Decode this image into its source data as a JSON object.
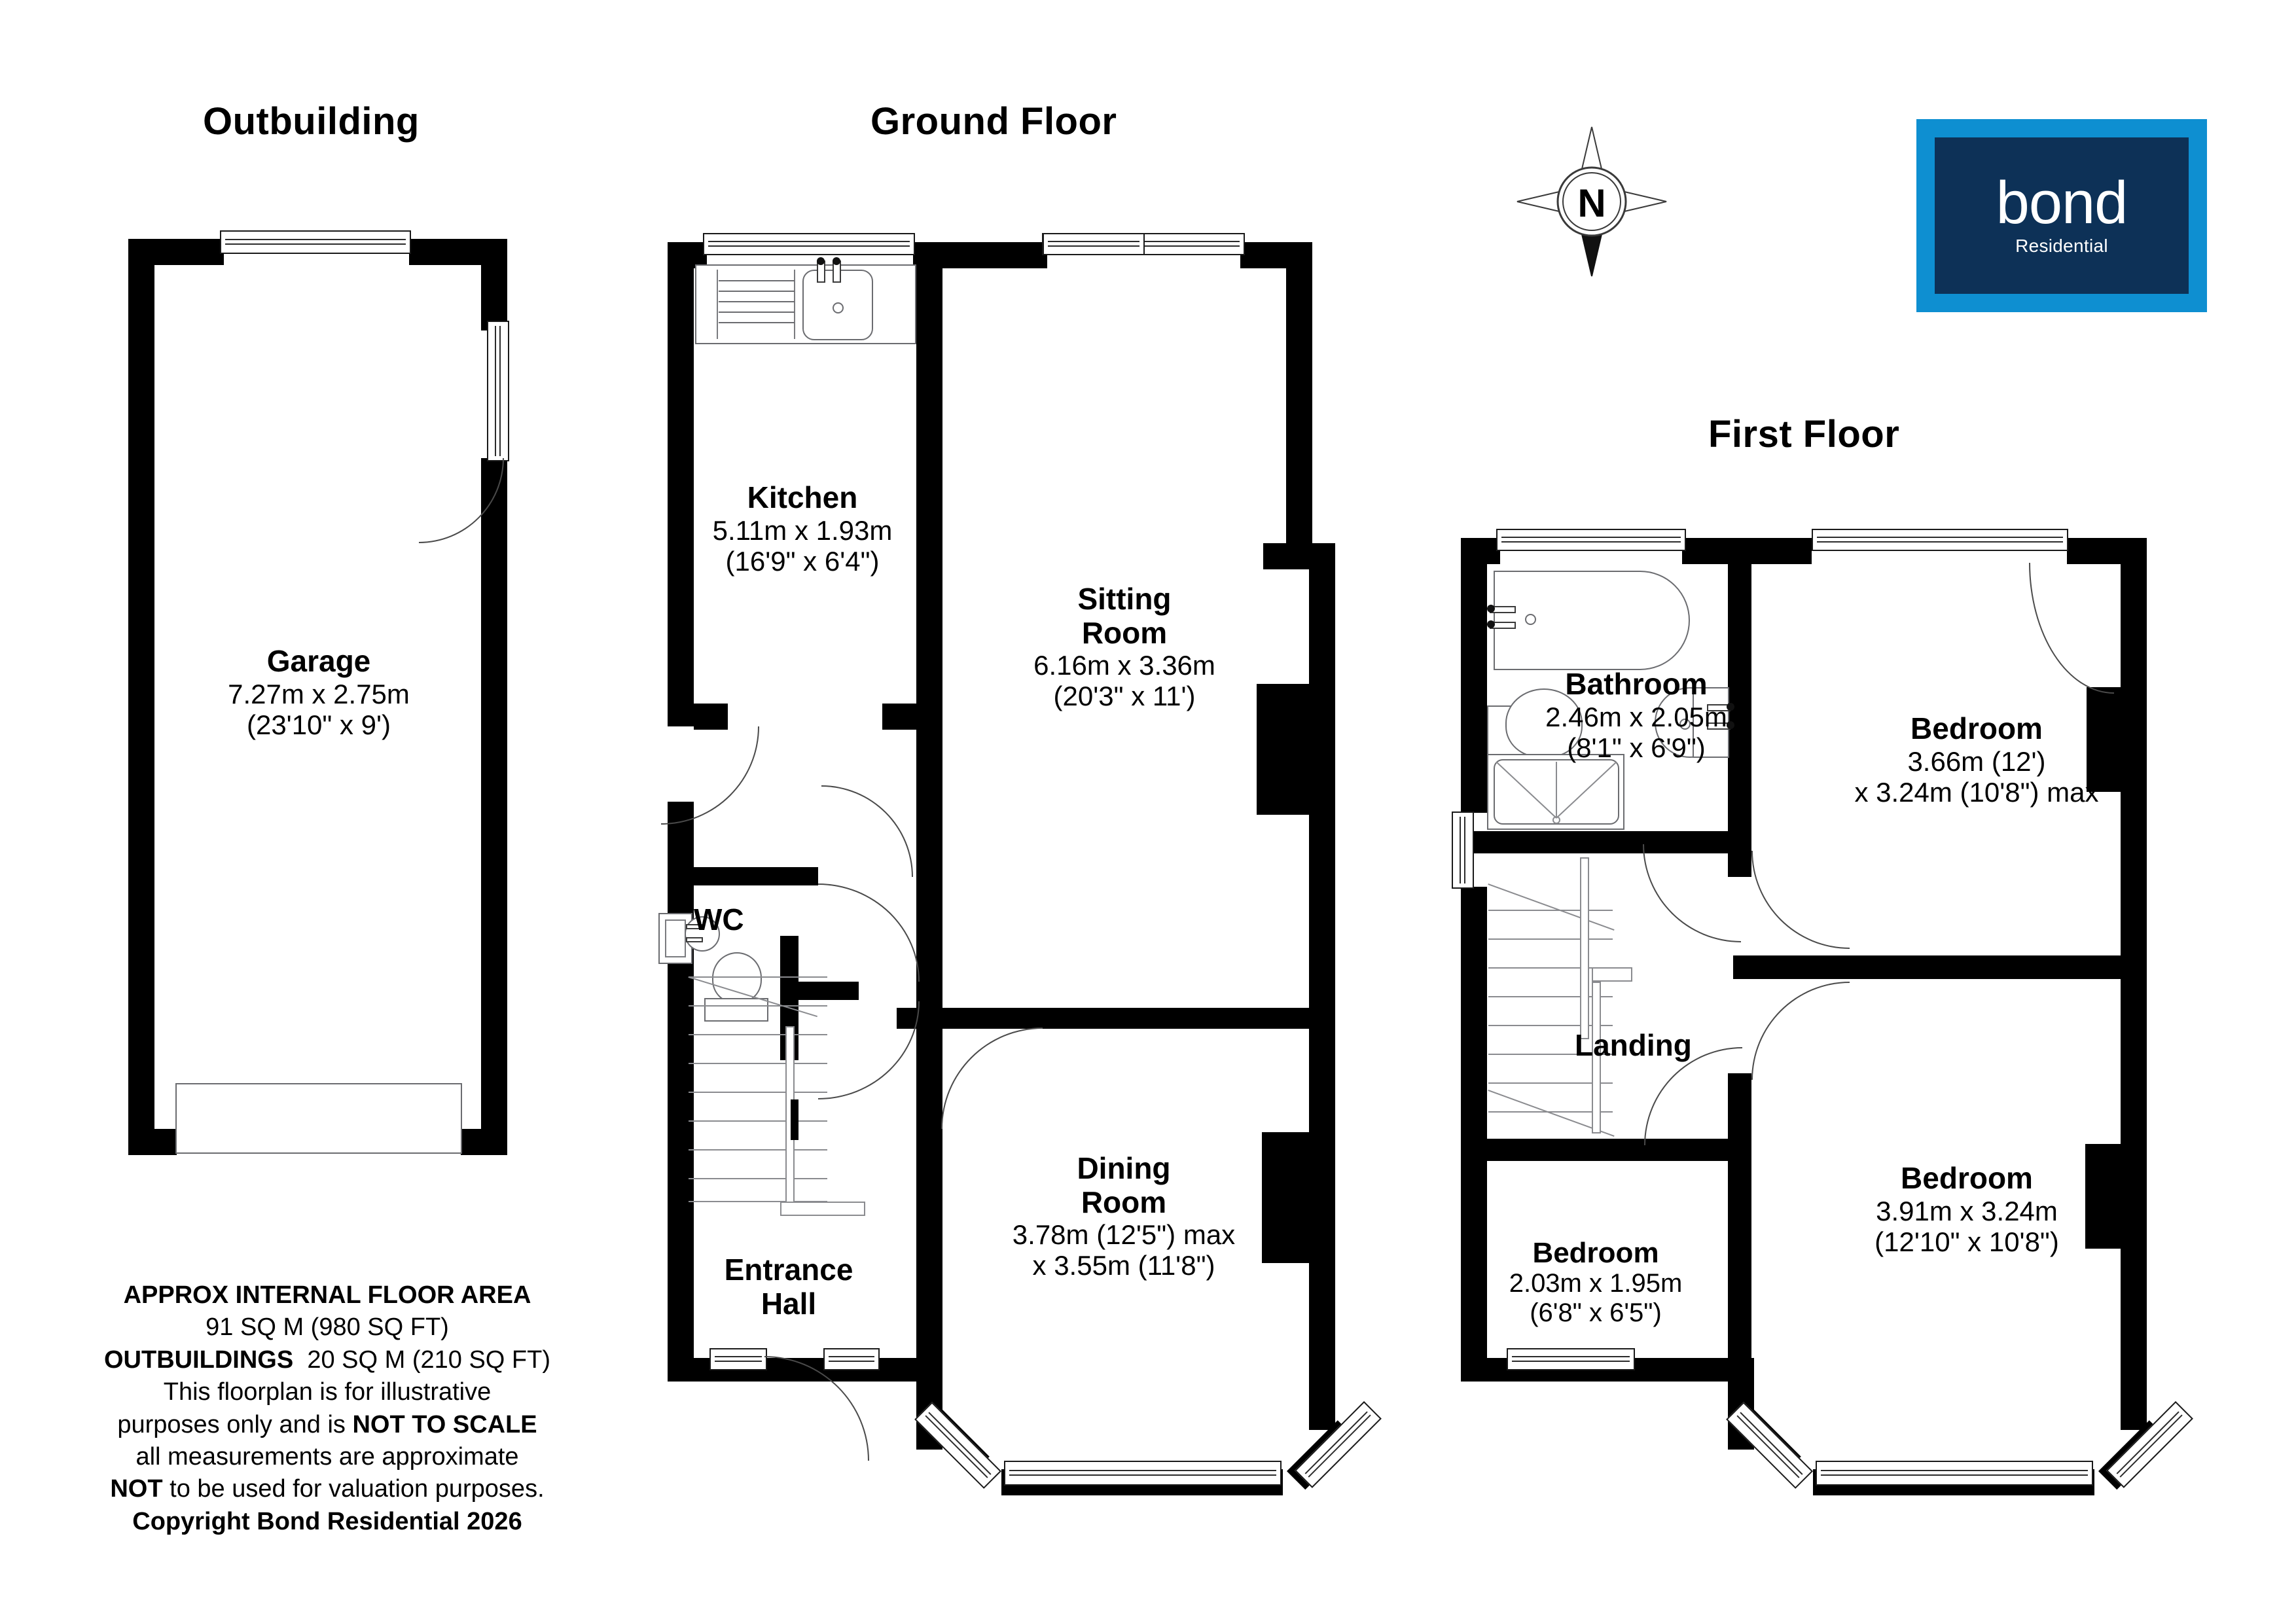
{
  "sections": {
    "outbuilding_title": "Outbuilding",
    "ground_title": "Ground Floor",
    "first_title": "First Floor"
  },
  "compass": {
    "label": "N"
  },
  "logo": {
    "word": "bond",
    "sub": "Residential",
    "border_color": "#0e8fd1",
    "fill_color": "#0d3157",
    "text_color": "#ffffff"
  },
  "rooms": {
    "garage": {
      "name": "Garage",
      "dim_metric": "7.27m x 2.75m",
      "dim_imperial": "(23'10\" x 9')"
    },
    "kitchen": {
      "name": "Kitchen",
      "dim_metric": "5.11m x 1.93m",
      "dim_imperial": "(16'9\" x 6'4\")"
    },
    "sitting_room": {
      "name_line1": "Sitting",
      "name_line2": "Room",
      "dim_metric": "6.16m x 3.36m",
      "dim_imperial": "(20'3\" x 11')"
    },
    "wc": {
      "name": "WC"
    },
    "entrance_hall": {
      "name_line1": "Entrance",
      "name_line2": "Hall"
    },
    "dining_room": {
      "name_line1": "Dining",
      "name_line2": "Room",
      "dim_metric": "3.78m (12'5\") max",
      "dim_imperial": "x 3.55m (11'8\")"
    },
    "bathroom": {
      "name": "Bathroom",
      "dim_metric": "2.46m x 2.05m",
      "dim_imperial": "(8'1\" x 6'9\")"
    },
    "landing": {
      "name": "Landing"
    },
    "bedroom_front": {
      "name": "Bedroom",
      "dim_metric": "3.66m (12')",
      "dim_imperial": "x 3.24m (10'8\") max"
    },
    "bedroom_rear": {
      "name": "Bedroom",
      "dim_metric": "3.91m x 3.24m",
      "dim_imperial": "(12'10\" x 10'8\")"
    },
    "bedroom_small": {
      "name": "Bedroom",
      "dim_metric": "2.03m x 1.95m",
      "dim_imperial": "(6'8\" x 6'5\")"
    }
  },
  "footnote": {
    "line1": "APPROX INTERNAL FLOOR AREA",
    "line2": "91 SQ M (980 SQ FT)",
    "line3_bold": "OUTBUILDINGS",
    "line3_rest": "20 SQ M (210 SQ FT)",
    "line4": "This floorplan is for illustrative",
    "line5_pre": "purposes only and is ",
    "line5_bold": "NOT TO SCALE",
    "line6": "all measurements are approximate",
    "line7_bold": "NOT",
    "line7_rest": " to be used for valuation purposes.",
    "line8": "Copyright Bond Residential 2026"
  }
}
